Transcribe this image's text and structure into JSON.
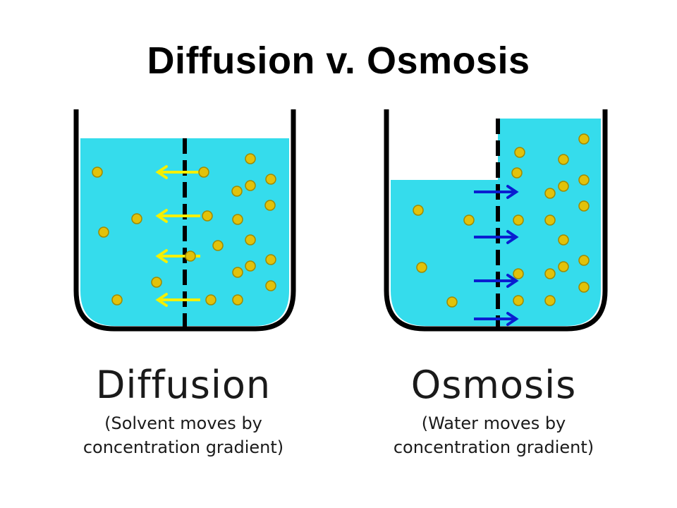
{
  "title": "Diffusion v. Osmosis",
  "colors": {
    "water": "#35dcec",
    "particle": "#e2c20a",
    "particle_edge": "#a08a00",
    "diffusion_arrow": "#f4f000",
    "osmosis_arrow": "#0a1ed0",
    "container": "#000000"
  },
  "diffusion": {
    "heading": "Diffusion",
    "desc_line1": "(Solvent moves by",
    "desc_line2": "concentration gradient)"
  },
  "osmosis": {
    "heading": "Osmosis",
    "desc_line1": "(Water moves by",
    "desc_line2": "concentration gradient)"
  }
}
